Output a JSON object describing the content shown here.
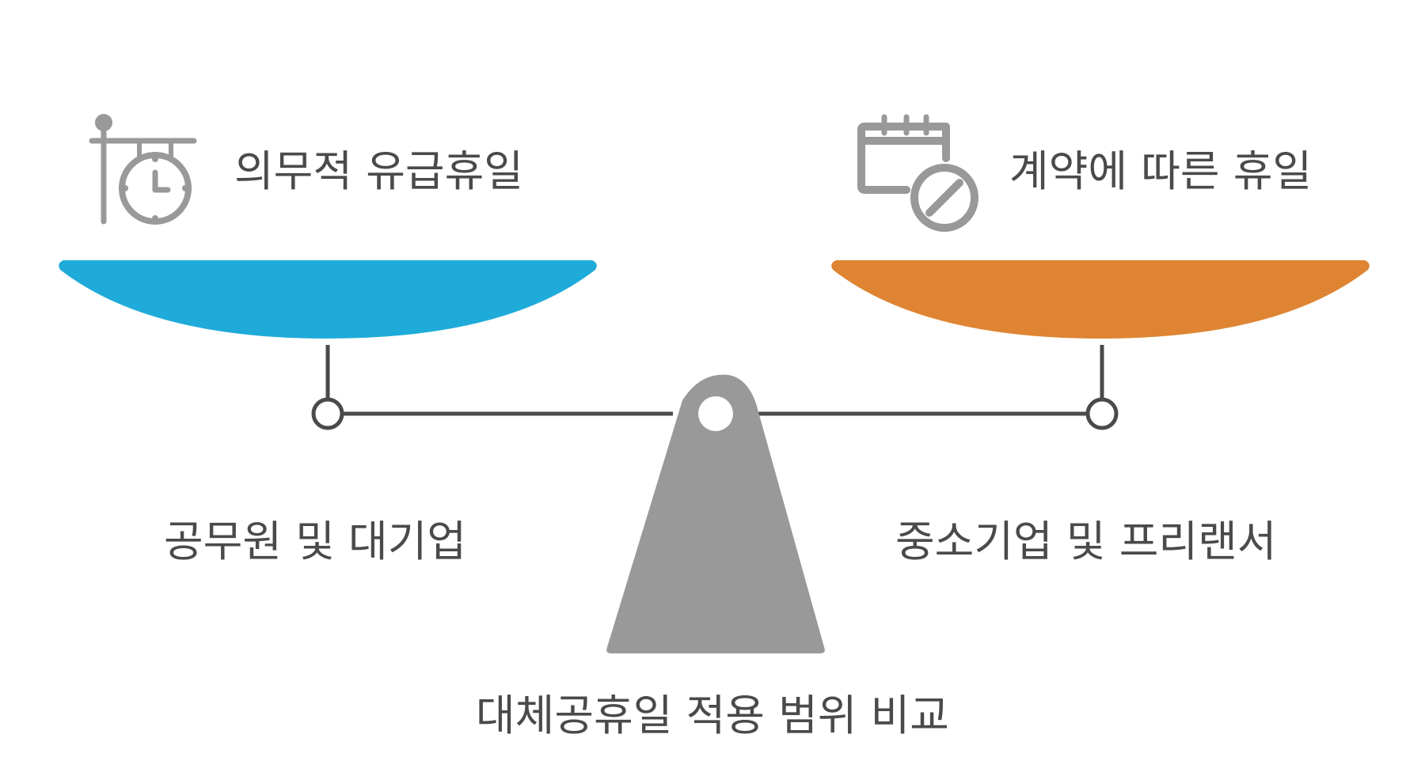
{
  "title": "대체공휴일 적용 범위 비교",
  "left": {
    "pan_title": "의무적 유급휴일",
    "label": "공무원 및 대기업",
    "icon": "clock-signpost-icon",
    "color": "#1fabd9"
  },
  "right": {
    "pan_title": "계약에 따른 휴일",
    "label": "중소기업 및 프리랜서",
    "icon": "calendar-cancel-icon",
    "color": "#de8432"
  },
  "colors": {
    "beam": "#4a4a4a",
    "fulcrum": "#999999",
    "icon": "#999999",
    "text": "#4a4a4a"
  }
}
